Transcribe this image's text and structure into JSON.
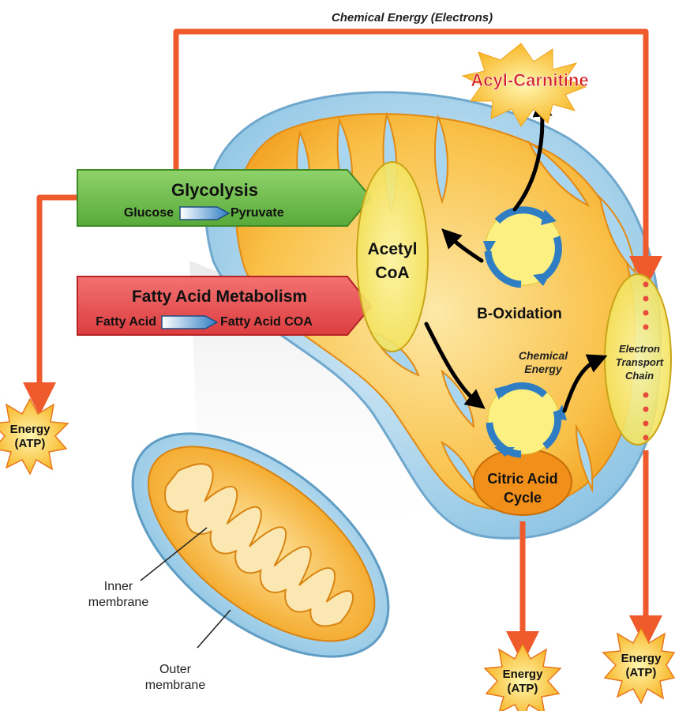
{
  "labels": {
    "top_arrow": "Chemical Energy (Electrons)",
    "acyl_carnitine": "Acyl-Carnitine",
    "glycolysis_title": "Glycolysis",
    "glycolysis_from": "Glucose",
    "glycolysis_to": "Pyruvate",
    "fatty_title": "Fatty Acid Metabolism",
    "fatty_from": "Fatty Acid",
    "fatty_to": "Fatty Acid COA",
    "acetyl_line1": "Acetyl",
    "acetyl_line2": "CoA",
    "b_oxidation": "B-Oxidation",
    "chem_energy_line1": "Chemical",
    "chem_energy_line2": "Energy",
    "citric_line1": "Citric Acid",
    "citric_line2": "Cycle",
    "etc_line1": "Electron",
    "etc_line2": "Transport",
    "etc_line3": "Chain",
    "energy_word": "Energy",
    "atp_word": "(ATP)",
    "inner_line1": "Inner",
    "inner_line2": "membrane",
    "outer_line1": "Outer",
    "outer_line2": "membrane"
  },
  "colors": {
    "arrow_orange": "#ee5a2c",
    "acyl_red": "#d21f26",
    "glycolysis_green": "#6fbf4c",
    "fatty_red": "#e8494b",
    "membrane_blue": "#a9d6ee",
    "matrix_orange": "#f7a823",
    "acetyl_yellow": "#f6ea6a",
    "cycle_blue": "#2f7ec4"
  }
}
